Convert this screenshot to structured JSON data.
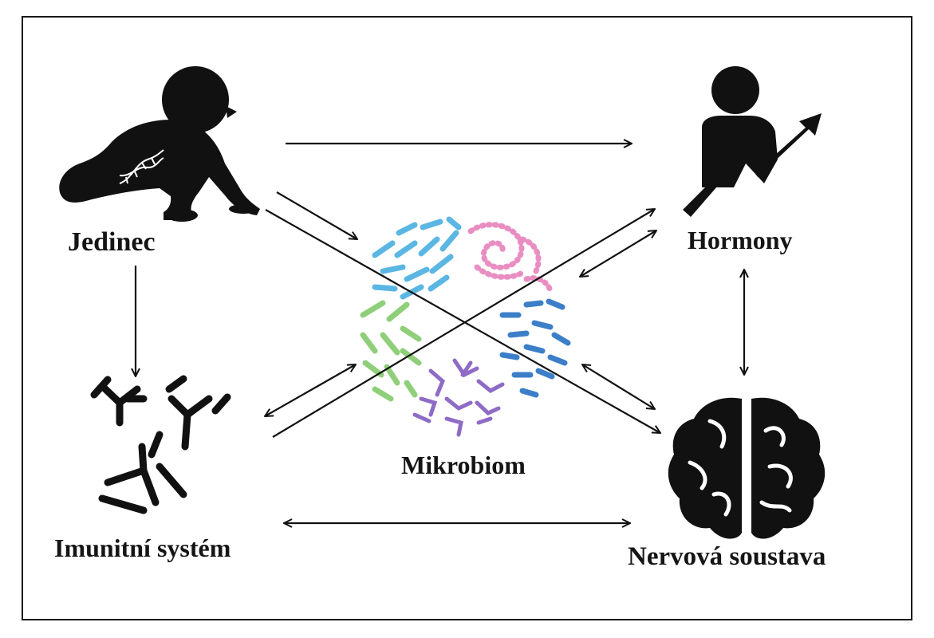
{
  "nodes": {
    "individual": {
      "label": "Jedinec",
      "icon": "crawling-baby-icon",
      "detail_icon": "dna-helix-icon"
    },
    "hormones": {
      "label": "Hormony",
      "icon": "person-growth-arrow-icon"
    },
    "microbiome": {
      "label": "Mikrobiom",
      "icon": "bacteria-cluster-icon"
    },
    "immune": {
      "label": "Imunitní systém",
      "icon": "antibodies-icon"
    },
    "nervous": {
      "label": "Nervová soustava",
      "icon": "brain-icon"
    }
  },
  "colors": {
    "ink": "#111111",
    "microbe_blue": "#5bb6e3",
    "microbe_pink": "#e98ec2",
    "microbe_green": "#8fcf7a",
    "microbe_violet": "#8e6cc6",
    "microbe_darkblue": "#3c7fc8"
  },
  "relations": [
    {
      "from": "individual",
      "to": "hormones",
      "type": "one-way"
    },
    {
      "from": "individual",
      "to": "immune",
      "type": "one-way"
    },
    {
      "from": "individual",
      "to": "microbiome",
      "type": "one-way"
    },
    {
      "from": "individual",
      "to": "nervous",
      "type": "one-way"
    },
    {
      "from": "immune",
      "to": "hormones",
      "type": "one-way"
    },
    {
      "from": "microbiome",
      "to": "hormones",
      "type": "two-way"
    },
    {
      "from": "microbiome",
      "to": "immune",
      "type": "two-way"
    },
    {
      "from": "microbiome",
      "to": "nervous",
      "type": "two-way"
    },
    {
      "from": "hormones",
      "to": "nervous",
      "type": "two-way"
    },
    {
      "from": "immune",
      "to": "nervous",
      "type": "two-way"
    }
  ]
}
